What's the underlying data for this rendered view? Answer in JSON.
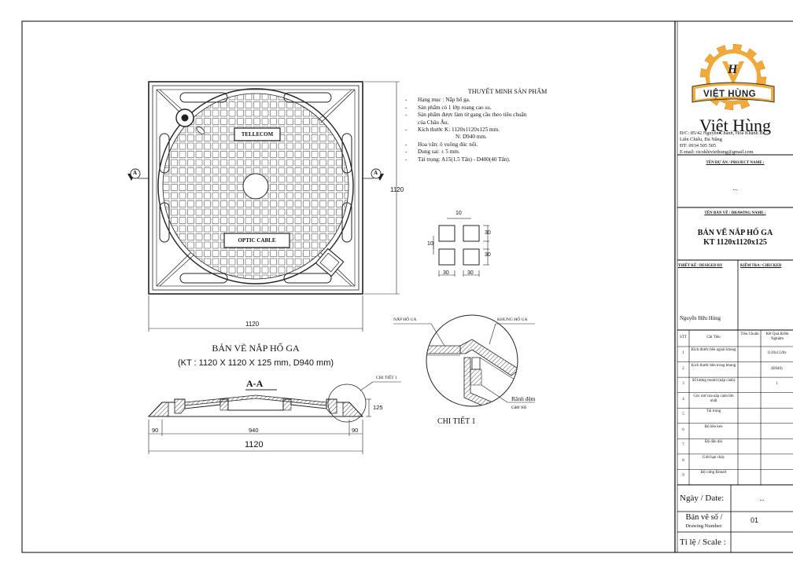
{
  "drawing": {
    "plan_box_labels": [
      "TELLECOM",
      "OPTIC CABLE"
    ],
    "dim_width": "1120",
    "dim_height": "1120",
    "title": "BẢN VẼ NẮP HỐ GA",
    "subtitle": "(KT : 1120 X 1120 X 125 mm, D940 mm)",
    "section_marker": "A",
    "section_title": "A-A",
    "section_dims": {
      "left": "90",
      "middle": "940",
      "right": "90",
      "total": "1120",
      "height": "125"
    },
    "detail_callout": "CHI TIẾT 1",
    "detail_title": "CHI TIẾT 1",
    "detail_labels": {
      "cover": "NẮP HỐ GA",
      "frame": "KHUNG HỐ GA",
      "groove": "Rãnh đệm",
      "rubber": "cao su"
    },
    "grid_dims": {
      "top": "10",
      "right_a": "30",
      "right_b": "30",
      "left": "10",
      "bottom_a": "30",
      "bottom_b": "30"
    }
  },
  "notes": {
    "heading": "THUYẾT MINH SẢN PHẨM",
    "items": [
      "Hạng mục : Nắp hố ga.",
      "Sản phẩm có 1 lớp roang cao su.",
      "Sản phẩm được làm từ gang cầu theo tiêu chuẩn",
      "của Châu Âu.",
      "Kích thước   K: 1120x1120x125 mm.",
      "N: D940 mm.",
      "Hoa văn: ô vuông đúc nổi.",
      "Dung sai: ± 5 mm.",
      "Tải trọng: A15(1.5 Tấn) - D400(40 Tấn)."
    ]
  },
  "titleblock": {
    "logo_letter": "H",
    "logo_banner": "VIỆT HÙNG",
    "company": "Việt Hùng",
    "address1": "Đ/C: 85/42 Nguyễn Chánh, Hòa Khánh B",
    "address2": "Liên Chiểu, Đà Nẵng",
    "phone": "ĐT: 0934 505 505",
    "email": "E-mail: ctcokhiviethung@gmail.com",
    "project_label": "TÊN DỰ ÁN / PROJECT NAME :",
    "project_value": "...",
    "drawing_label": "TÊN BẢN VẼ / DRAWING NAME :",
    "drawing_name1": "BẢN VẼ NẮP HỐ GA",
    "drawing_name2": "KT 1120x1120x125",
    "designed_label": "THIẾT KẾ / DESIGED BY",
    "checked_label": "KIỂM TRA / CHECKED",
    "designer": "Nguyễn Hữu Hùng",
    "table_headers": [
      "STT",
      "Chỉ Tiêu",
      "Tiêu Chuẩn",
      "Kết Quả Kiểm Nghiệm"
    ],
    "table_rows": [
      [
        "1",
        "Kích thước bên ngoài khung",
        "",
        "1120x1120x"
      ],
      [
        "2",
        "Kích thước bên trong khung",
        "",
        "(Đ940)"
      ],
      [
        "3",
        "Số lượng modul (nắp cánh)",
        "",
        "1"
      ],
      [
        "4",
        "Góc mở của nắp cánh lớn nhất",
        "",
        ""
      ],
      [
        "5",
        "Tải trọng",
        "",
        ""
      ],
      [
        "6",
        "Độ bền kéo",
        "",
        ""
      ],
      [
        "7",
        "Độ dãn dài",
        "",
        ""
      ],
      [
        "8",
        "Giới hạn chảy",
        "",
        ""
      ],
      [
        "9",
        "Độ cứng Brinell",
        "",
        ""
      ]
    ],
    "date_label": "Ngày / Date:",
    "date_value": "...",
    "number_label1": "Bản vẽ số /",
    "number_label2": "Drawing Number:",
    "number_value": "01",
    "scale_label": "Tỉ lệ / Scale :"
  }
}
